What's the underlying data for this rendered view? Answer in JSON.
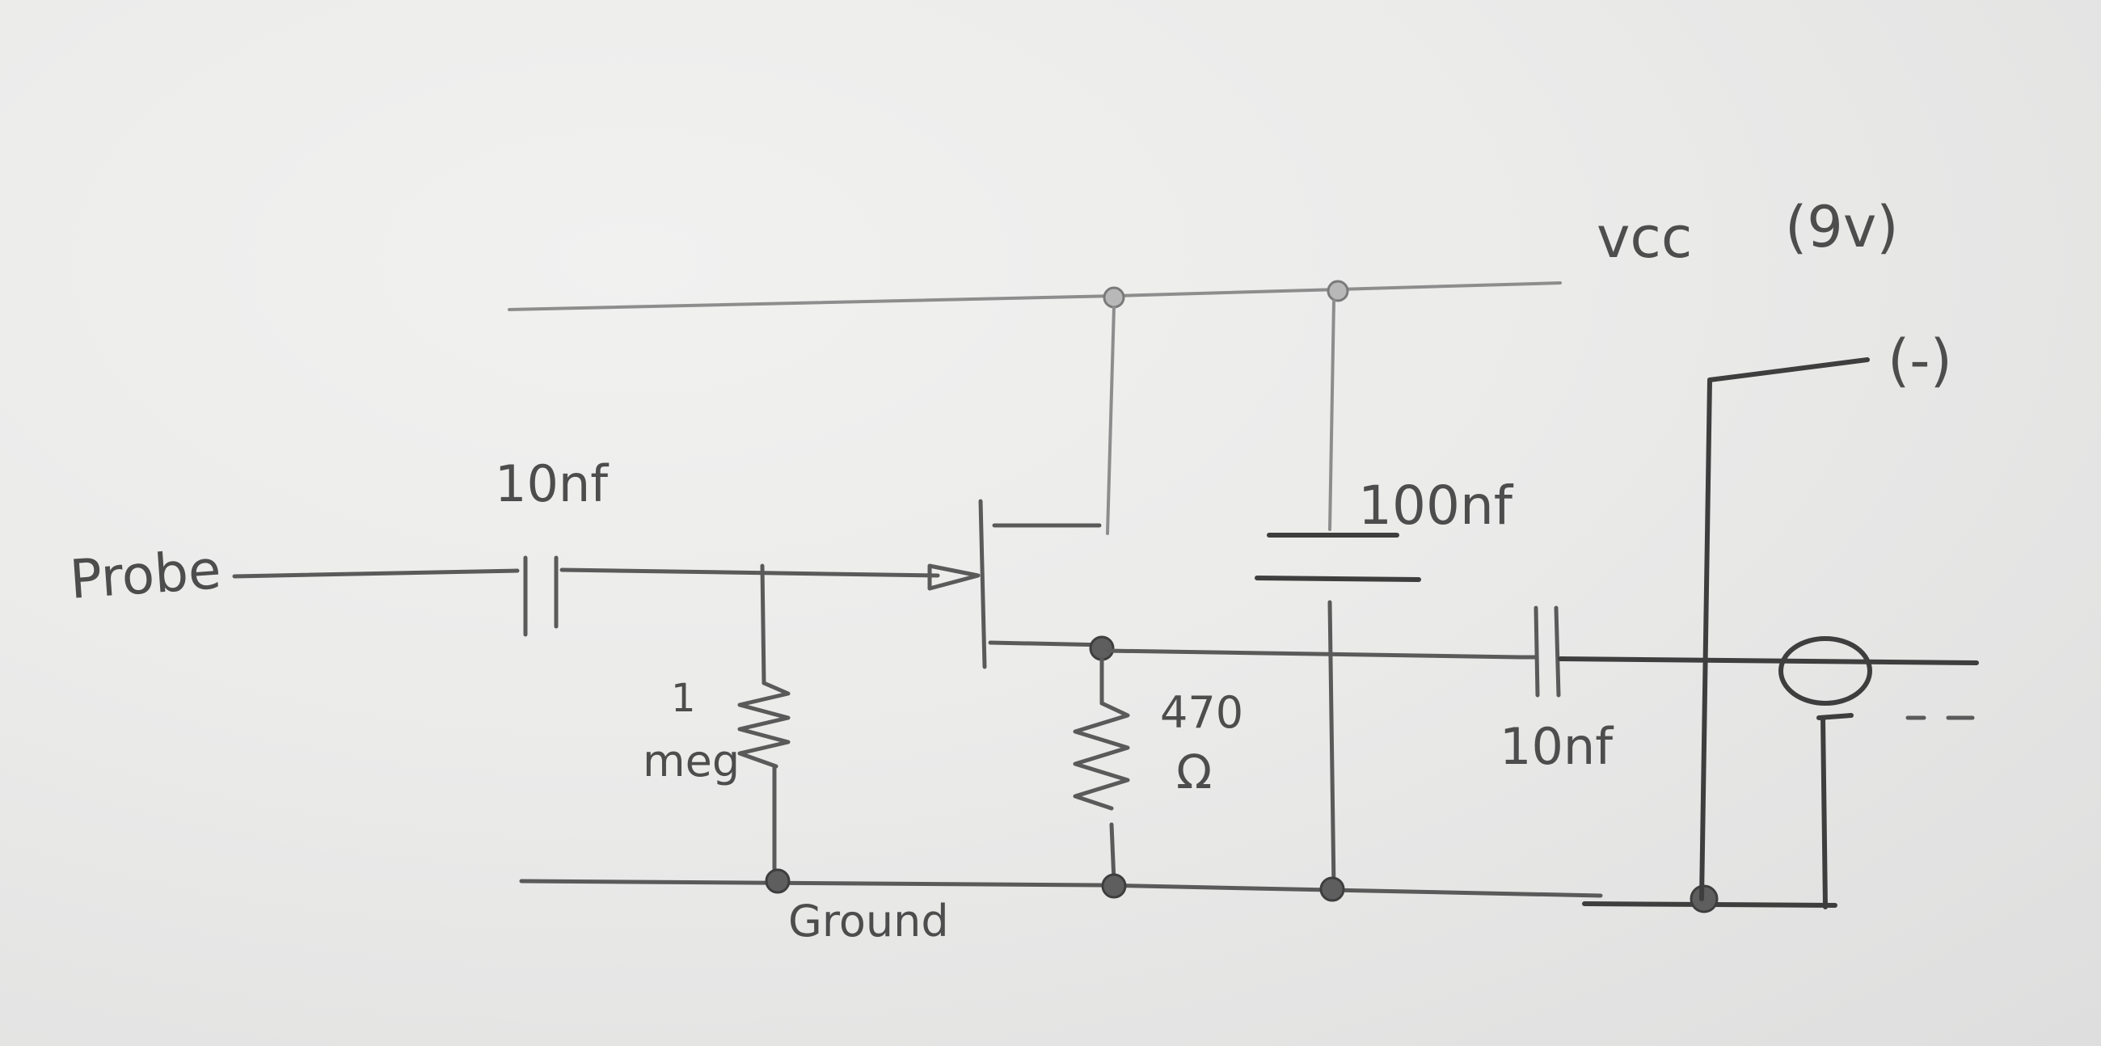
{
  "labels": {
    "probe": "Probe",
    "input_cap": "10nf",
    "resistor_1meg": "meg",
    "resistor_1meg_prefix": "1",
    "ground": "Ground",
    "resistor_470_value": "470",
    "resistor_470_unit": "Ω",
    "bypass_cap": "100nf",
    "output_cap": "10nf",
    "vcc": "vcc",
    "vcc_voltage": "(9v)",
    "negative": "(-)"
  },
  "colors": {
    "paper": "#e9e9e8",
    "pencil": "#5a5a5a"
  }
}
